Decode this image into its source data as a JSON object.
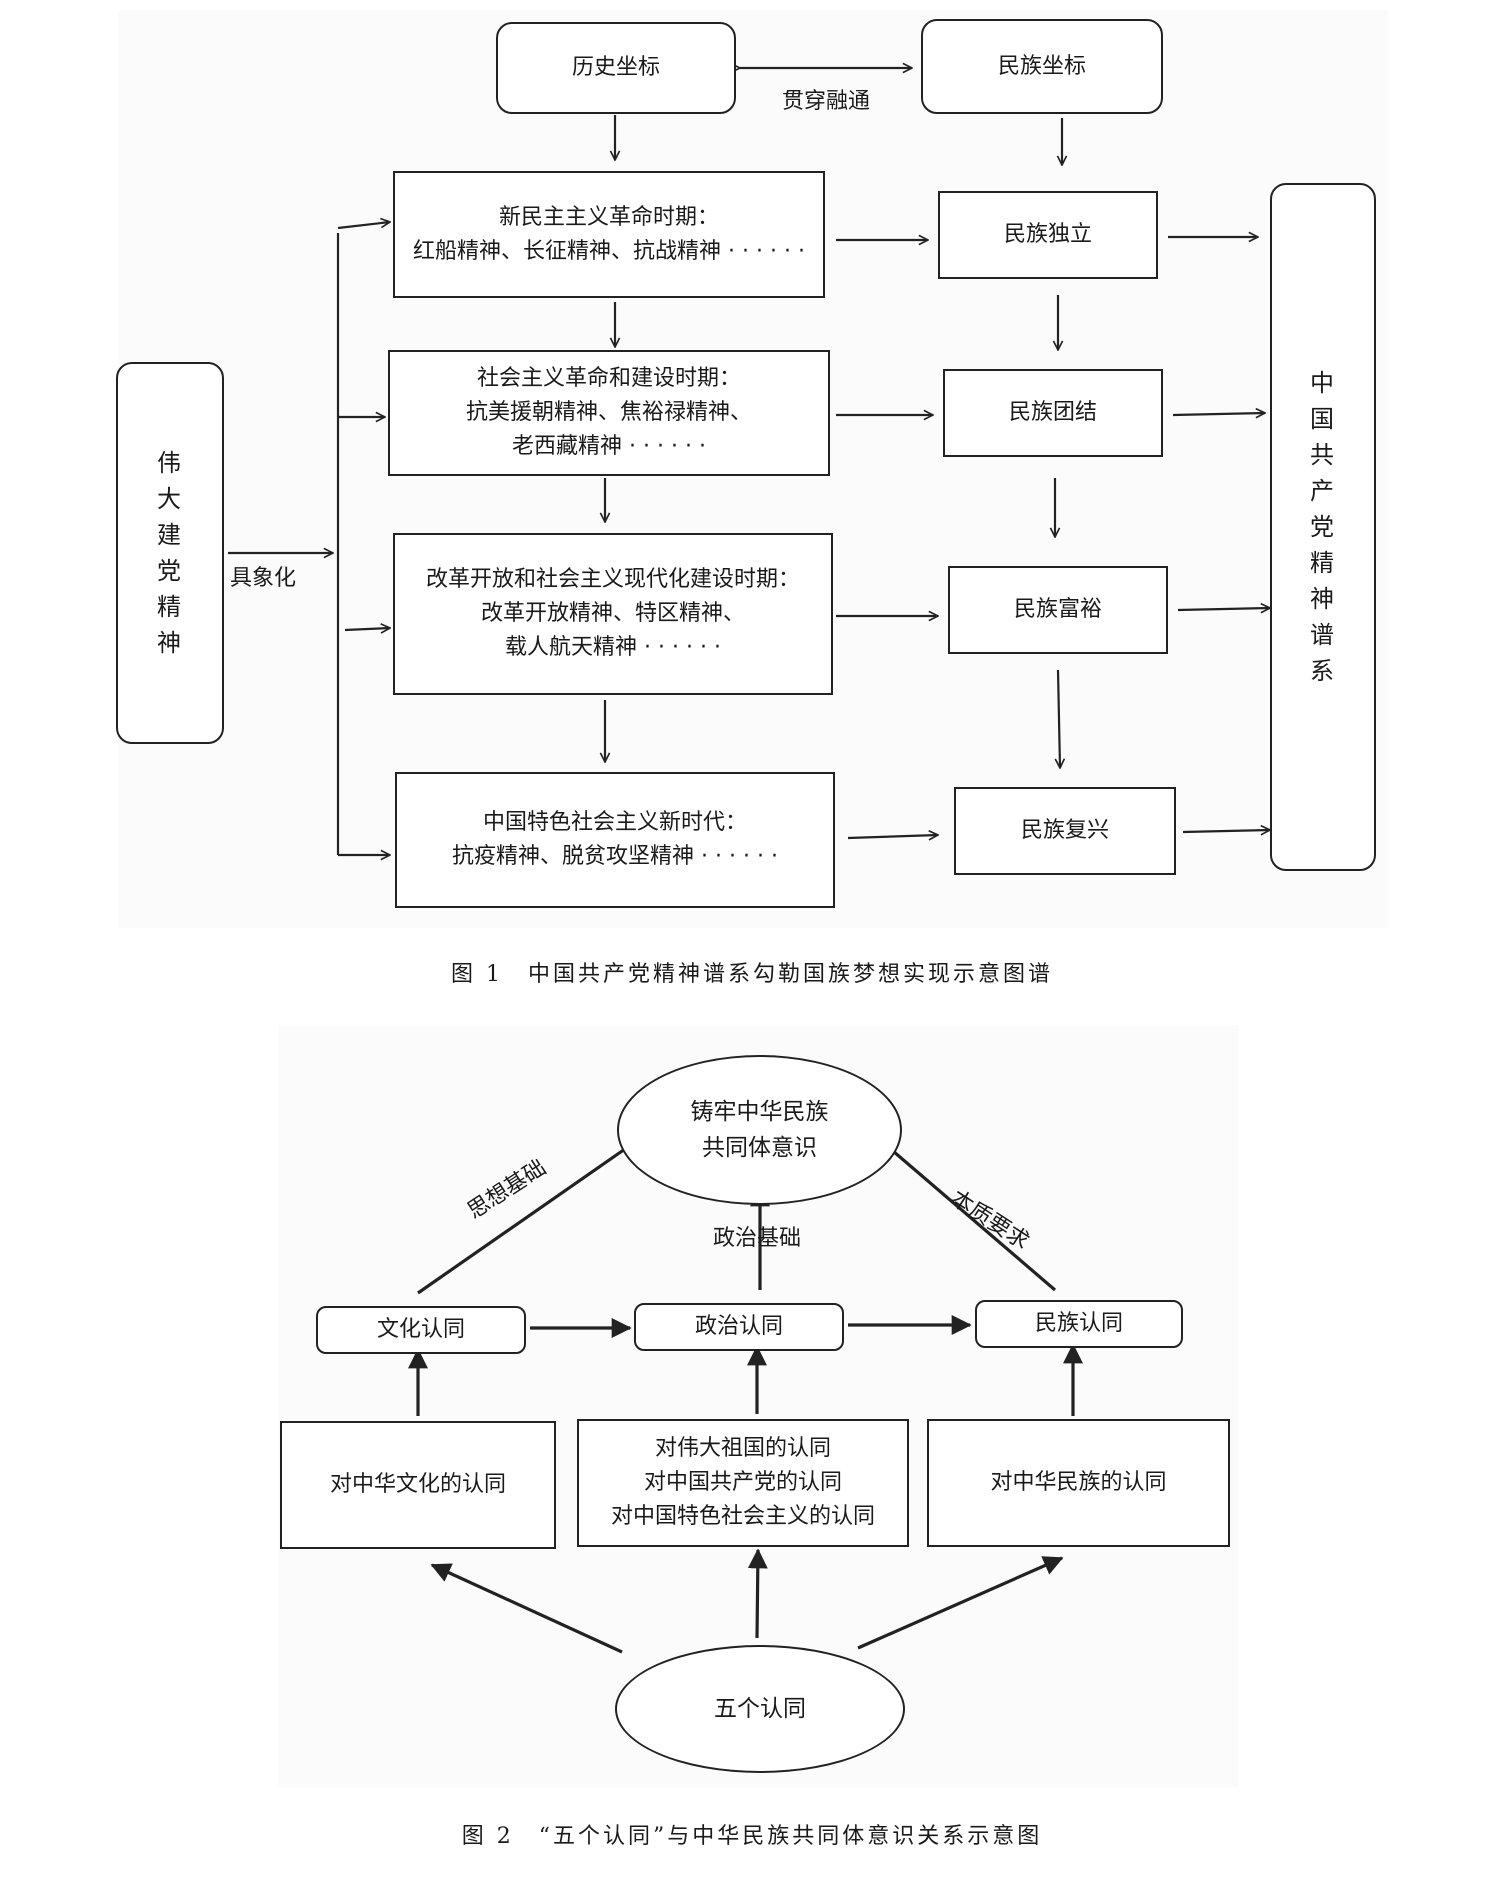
{
  "figure1": {
    "history_coord": "历史坐标",
    "nation_coord": "民族坐标",
    "link_label": "贯穿融通",
    "source": "伟大建党精神",
    "source_chars": [
      "伟",
      "大",
      "建",
      "党",
      "精",
      "神"
    ],
    "embody_label": "具象化",
    "periods": [
      {
        "lines": [
          "新民主主义革命时期：",
          "红船精神、长征精神、抗战精神 · · · · · ·"
        ]
      },
      {
        "lines": [
          "社会主义革命和建设时期：",
          "抗美援朝精神、焦裕禄精神、",
          "老西藏精神 · · · · · ·"
        ]
      },
      {
        "lines": [
          "改革开放和社会主义现代化建设时期：",
          "改革开放精神、特区精神、",
          "载人航天精神 · · · · · ·"
        ]
      }
    ],
    "period4": {
      "lines": [
        "中国特色社会主义新时代：",
        "抗疫精神、脱贫攻坚精神 · · · · · ·"
      ]
    },
    "goals": [
      "民族独立",
      "民族团结",
      "民族富裕",
      "民族复兴"
    ],
    "target_chars": [
      "中",
      "国",
      "共",
      "产",
      "党",
      "精",
      "神",
      "谱",
      "系"
    ],
    "caption": "图 1　中国共产党精神谱系勾勒国族梦想实现示意图谱"
  },
  "figure2": {
    "top_lines": [
      "铸牢中华民族",
      "共同体意识"
    ],
    "label_left": "思想基础",
    "label_mid": "政治基础",
    "label_right": "本质要求",
    "mid_nodes": [
      "文化认同",
      "政治认同",
      "民族认同"
    ],
    "lower_left": "对中华文化的认同",
    "lower_mid": [
      "对伟大祖国的认同",
      "对中国共产党的认同",
      "对中国特色社会主义的认同"
    ],
    "lower_right": "对中华民族的认同",
    "bottom": "五个认同",
    "caption": "图 2　“五个认同”与中华民族共同体意识关系示意图"
  }
}
